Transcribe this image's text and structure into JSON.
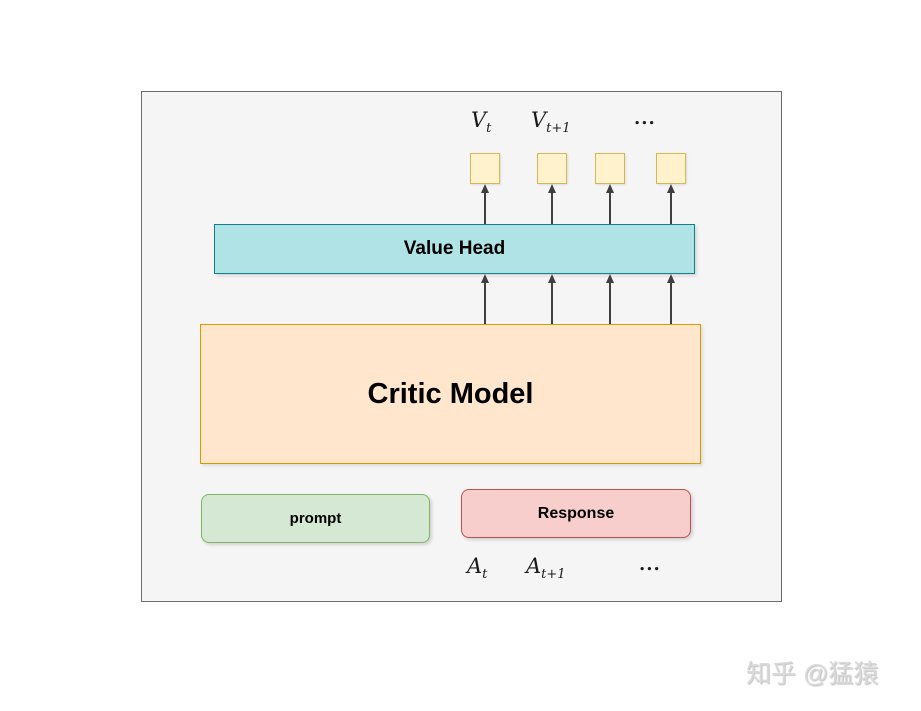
{
  "diagram": {
    "value_head": "Value Head",
    "critic_model": "Critic Model",
    "prompt": "prompt",
    "response": "Response",
    "output_labels": {
      "v1": {
        "base": "V",
        "sub": "t"
      },
      "v2": {
        "base": "V",
        "sub": "t+1"
      },
      "dots": "..."
    },
    "action_labels": {
      "a1": {
        "base": "A",
        "sub": "t"
      },
      "a2": {
        "base": "A",
        "sub": "t+1"
      },
      "dots": "..."
    }
  },
  "watermark": "知乎 @猛猿",
  "colors": {
    "value_head_fill": "#b0e3e6",
    "value_head_stroke": "#0e8088",
    "critic_fill": "#ffe6cc",
    "critic_stroke": "#d79b00",
    "token_cell_fill": "#fff2cc",
    "token_cell_stroke": "#d6b656",
    "prompt_fill": "#d5e8d4",
    "prompt_stroke": "#82b366",
    "response_fill": "#f8cecc",
    "response_stroke": "#b85450",
    "frame_background": "#f5f5f5",
    "frame_border": "#6b6b6b",
    "arrow": "#3f3f3f"
  }
}
